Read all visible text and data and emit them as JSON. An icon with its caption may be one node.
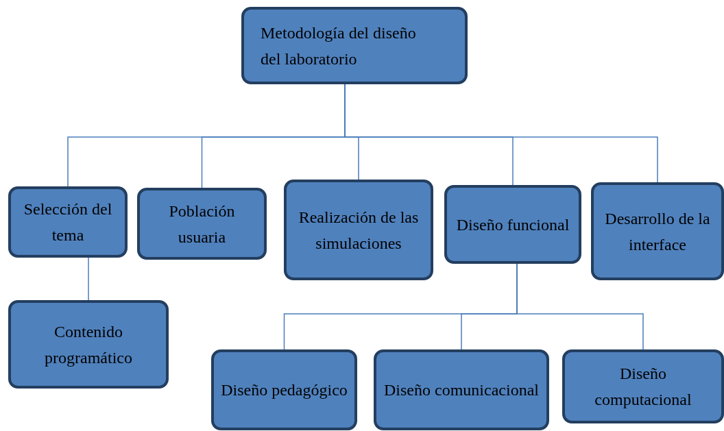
{
  "diagram": {
    "nodes": [
      {
        "text": [
          "Metodología del diseño del laboratorio"
        ]
      },
      {
        "text": [
          "Selección del tema"
        ]
      },
      {
        "text": [
          "Población usuaria"
        ]
      },
      {
        "text": [
          "Realización de las simulaciones"
        ]
      },
      {
        "text": [
          "Diseño funcional"
        ]
      },
      {
        "text": [
          "Desarrollo de la interface"
        ]
      },
      {
        "text": [
          "Contenido programático"
        ]
      },
      {
        "text": [
          "Diseño pedagógico"
        ]
      },
      {
        "text": [
          "Diseño comunicacional"
        ]
      },
      {
        "text": [
          "Diseño computacional"
        ]
      }
    ],
    "edges": [
      {
        "from": 0,
        "to": 1,
        "arrow": "none"
      },
      {
        "from": 0,
        "to": 2,
        "arrow": "none"
      },
      {
        "from": 0,
        "to": 3,
        "arrow": "none"
      },
      {
        "from": 0,
        "to": 4,
        "arrow": "none"
      },
      {
        "from": 0,
        "to": 5,
        "arrow": "none"
      },
      {
        "from": 1,
        "to": 6,
        "arrow": "none"
      },
      {
        "from": 4,
        "to": 7,
        "arrow": "none"
      },
      {
        "from": 4,
        "to": 8,
        "arrow": "none"
      },
      {
        "from": 4,
        "to": 9,
        "arrow": "none"
      }
    ]
  }
}
